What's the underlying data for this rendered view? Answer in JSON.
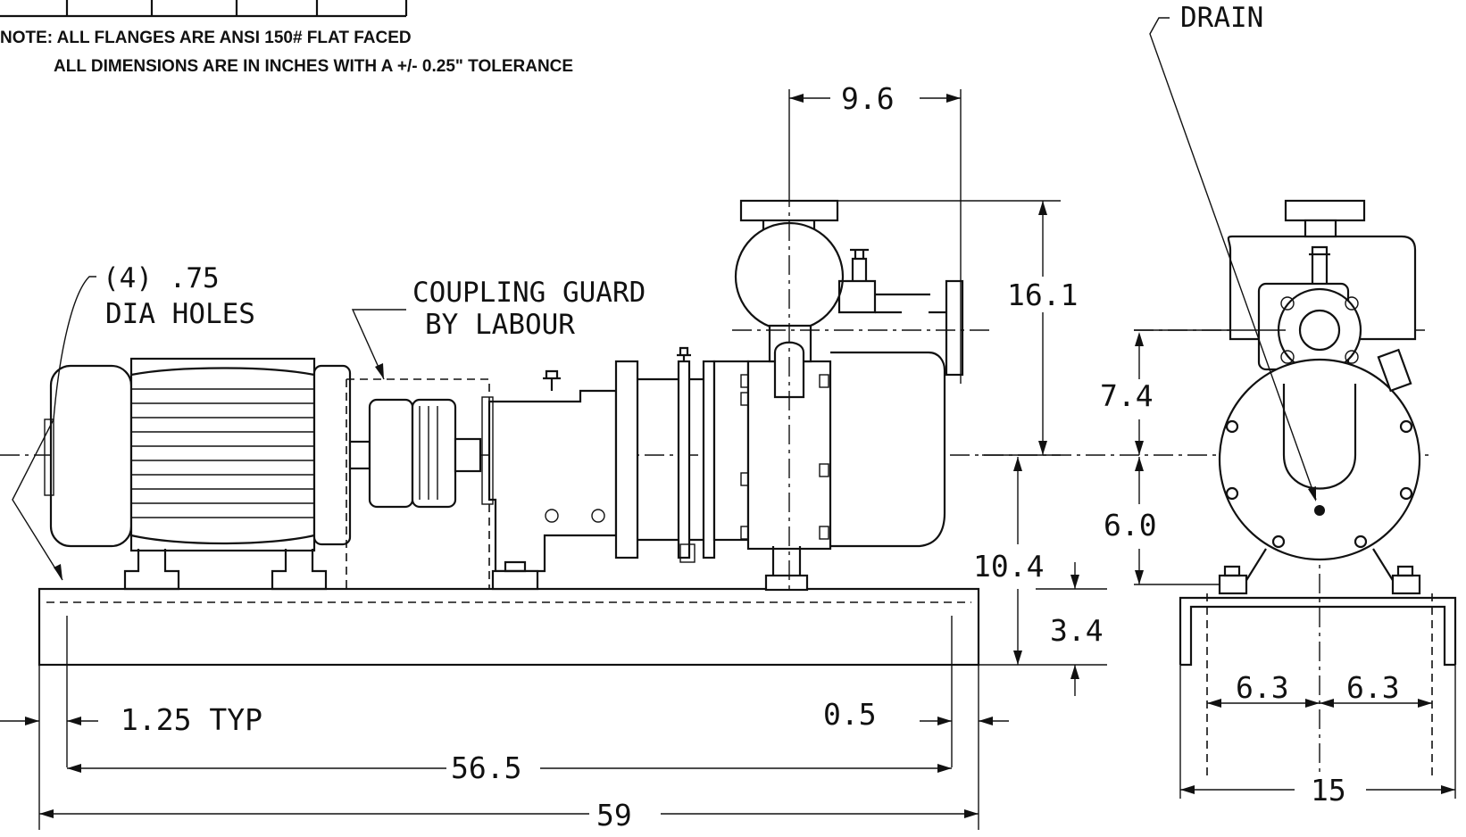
{
  "notes": {
    "line1": "NOTE: ALL FLANGES ARE ANSI 150# FLAT FACED",
    "line2": "ALL DIMENSIONS ARE IN INCHES WITH A  +/- 0.25\" TOLERANCE"
  },
  "labels": {
    "drain": "DRAIN",
    "holes_line1": "(4) .75",
    "holes_line2": "DIA HOLES",
    "guard_line1": "COUPLING GUARD",
    "guard_line2": "BY LABOUR"
  },
  "dimensions": {
    "discharge_offset": "9.6",
    "discharge_height": "16.1",
    "shaft_height": "10.4",
    "base_height": "3.4",
    "suction_height": "7.4",
    "drain_offset": "6.0",
    "hole_offset": "1.25 TYP",
    "end_offset": "0.5",
    "hole_spacing": "56.5",
    "overall_length": "59",
    "half_width_left": "6.3",
    "half_width_right": "6.3",
    "overall_width": "15"
  }
}
